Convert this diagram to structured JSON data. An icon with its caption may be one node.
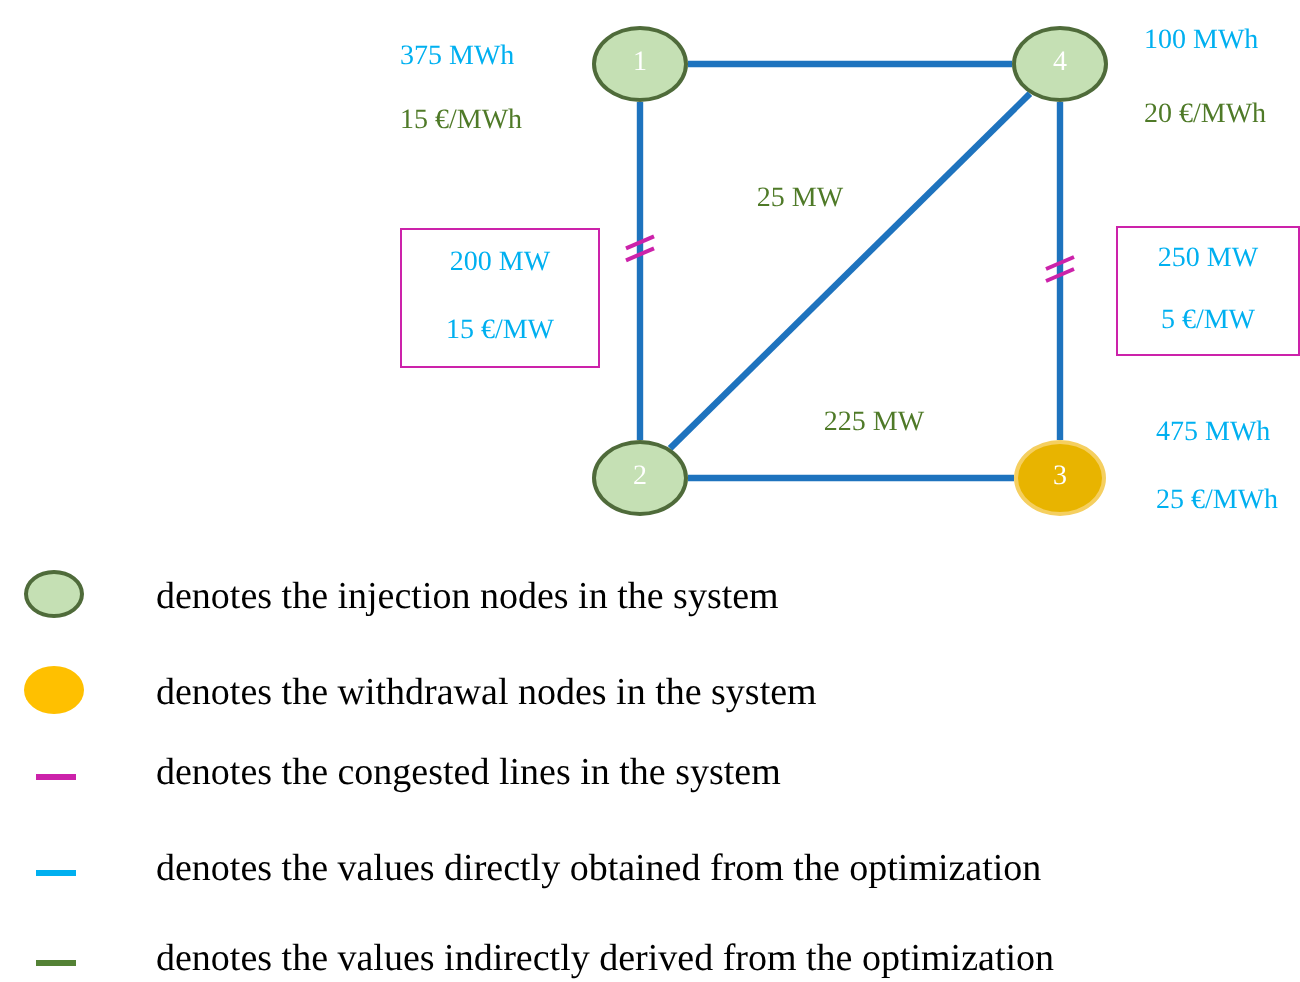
{
  "diagram": {
    "nodes": [
      {
        "text": [
          "1"
        ],
        "beside": [
          "375 MWh",
          "15 €/MWh"
        ]
      },
      {
        "text": [
          "4"
        ],
        "beside": [
          "100 MWh",
          "20 €/MWh"
        ]
      },
      {
        "text": [
          "200 MW",
          "15 €/MW"
        ]
      },
      {
        "text": [
          "250 MW",
          "5 €/MW"
        ]
      },
      {
        "text": [
          "2"
        ]
      },
      {
        "text": [
          "3"
        ],
        "beside": [
          "475 MWh",
          "25 €/MWh"
        ]
      }
    ],
    "edges": [
      {
        "from": 0,
        "to": 1,
        "arrow": "none"
      },
      {
        "from": 0,
        "to": 4,
        "arrow": "none"
      },
      {
        "from": 1,
        "to": 5,
        "arrow": "none"
      },
      {
        "from": 4,
        "to": 1,
        "arrow": "none",
        "label": "25 MW"
      },
      {
        "from": 4,
        "to": 5,
        "arrow": "none",
        "label": "225 MW"
      }
    ],
    "legend": [
      {
        "text": "denotes the injection nodes in the system",
        "color": "#c5e0b4"
      },
      {
        "text": "denotes the withdrawal nodes in the system",
        "color": "#ffc000"
      },
      {
        "text": "denotes the congested lines in the system",
        "color": "#cc22aa"
      },
      {
        "text": "denotes the values directly obtained from the optimization",
        "color": "#00b0f0"
      },
      {
        "text": "denotes the values indirectly derived from the optimization",
        "color": "#548235"
      }
    ]
  }
}
